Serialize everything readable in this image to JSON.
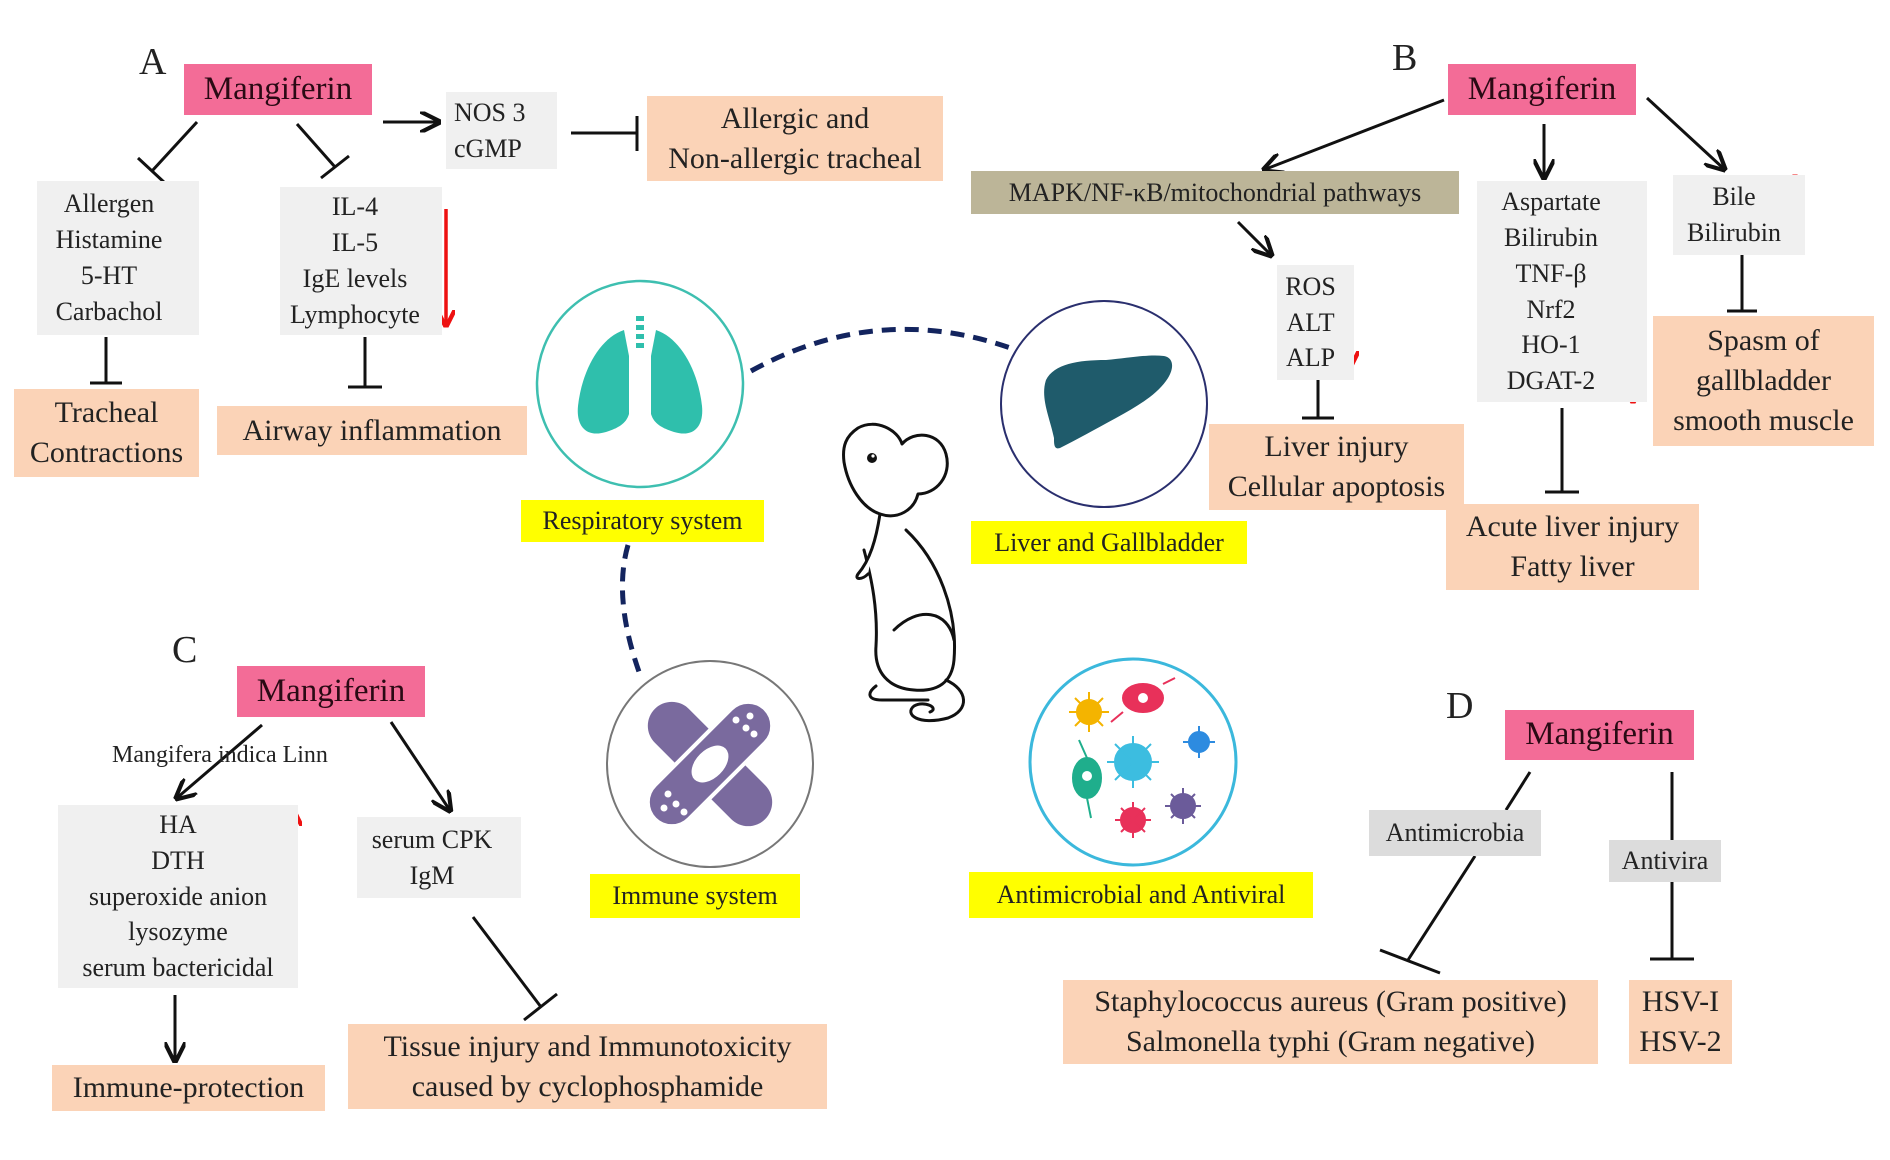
{
  "panels": {
    "A": {
      "label": "A",
      "root": "Mangiferin",
      "nos": {
        "items": [
          "NOS 3",
          "cGMP"
        ],
        "trend": "up"
      },
      "allergic": {
        "lines": [
          "Allergic and",
          "Non-allergic tracheal"
        ]
      },
      "allergen": {
        "items": [
          "Allergen",
          "Histamine",
          "5-HT",
          "Carbachol"
        ],
        "trend": "down"
      },
      "interleukin": {
        "items": [
          "IL-4",
          "IL-5",
          "IgE levels",
          "Lymphocyte"
        ],
        "trend": "down"
      },
      "tracheal": {
        "lines": [
          "Tracheal",
          "Contractions"
        ]
      },
      "airway": {
        "text": "Airway inflammation"
      }
    },
    "B": {
      "label": "B",
      "root": "Mangiferin",
      "pathway": "MAPK/NF-κB/mitochondrial pathways",
      "ros": {
        "items": [
          "ROS",
          "ALT",
          "ALP"
        ],
        "trend": "down"
      },
      "liver_injury": {
        "lines": [
          "Liver injury",
          "Cellular apoptosis"
        ]
      },
      "aspartate": {
        "items": [
          "Aspartate",
          "Bilirubin",
          "TNF-β",
          "Nrf2",
          "HO-1",
          "DGAT-2"
        ],
        "trend": "down"
      },
      "bile": {
        "items": [
          "Bile",
          "Bilirubin"
        ],
        "trend": "up"
      },
      "spasm": {
        "lines": [
          "Spasm of",
          "gallbladder",
          "smooth muscle"
        ]
      },
      "acute": {
        "lines": [
          "Acute liver injury",
          "Fatty liver"
        ]
      }
    },
    "C": {
      "label": "C",
      "root": "Mangiferin",
      "source_note": "Mangifera indica Linn",
      "immune_markers": {
        "items": [
          "HA",
          "DTH",
          "superoxide anion",
          "lysozyme",
          "serum bactericidal"
        ],
        "trend": "up"
      },
      "serum": {
        "items": [
          "serum CPK",
          "IgM"
        ],
        "trend": "down"
      },
      "protection": {
        "text": "Immune-protection"
      },
      "tissue": {
        "lines": [
          "Tissue injury and Immunotoxicity",
          "caused by cyclophosphamide"
        ]
      }
    },
    "D": {
      "label": "D",
      "root": "Mangiferin",
      "antimicrobia": "Antimicrobia",
      "antivira": "Antivira",
      "bacteria": {
        "lines": [
          "Staphylococcus aureus (Gram positive)",
          "Salmonella typhi (Gram negative)"
        ]
      },
      "virus": {
        "lines": [
          "HSV-I",
          "HSV-2"
        ]
      }
    }
  },
  "systems": {
    "respiratory": {
      "label": "Respiratory system",
      "icon": "lungs-icon"
    },
    "liver": {
      "label": "Liver and Gallbladder",
      "icon": "liver-icon"
    },
    "immune": {
      "label": "Immune system",
      "icon": "bandage-icon"
    },
    "antimicrobial": {
      "label": "Antimicrobial and Antiviral",
      "icon": "virus-icon"
    }
  },
  "colors": {
    "root": "#f36c97",
    "marker_box": "#f0f0f0",
    "outcome_box": "#fbd3b7",
    "pathway_box": "#bcb598",
    "system_label": "#ffff00",
    "trend_arrow": "#ee1111",
    "link_dash": "#13245e",
    "lungs": "#2fbfac",
    "liver": "#1f5b6b",
    "bandage": "#7a6a9e"
  }
}
